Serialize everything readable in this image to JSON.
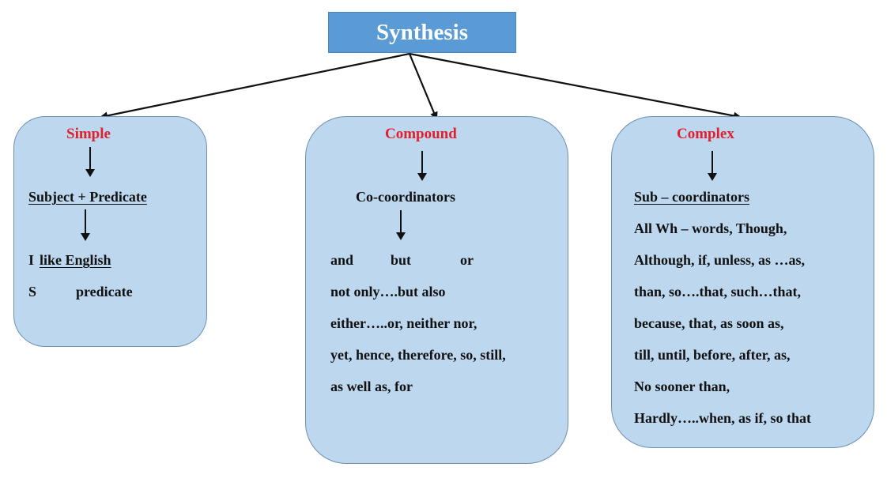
{
  "title": "Synthesis",
  "colors": {
    "title_bg": "#5b9bd5",
    "card_bg": "#bdd7ee",
    "heading": "#e0202c",
    "text": "#111111"
  },
  "simple": {
    "heading": "Simple",
    "structure": "Subject + Predicate",
    "example_subject": "I",
    "example_predicate": "like English",
    "label_subject": "S",
    "label_predicate": "predicate"
  },
  "compound": {
    "heading": "Compound",
    "subheading": "Co-coordinators",
    "words_row": [
      "and",
      "but",
      "or"
    ],
    "lines": [
      "not only….but also",
      "either…..or, neither nor,",
      "yet, hence, therefore, so, still,",
      "as well as, for"
    ]
  },
  "complex": {
    "heading": "Complex",
    "subheading": "Sub – coordinators",
    "lines": [
      "All Wh – words, Though,",
      "Although, if, unless, as …as,",
      "than, so….that, such…that,",
      "because, that, as soon as,",
      "till, until, before, after, as,",
      "No sooner than,",
      "Hardly…..when, as if, so that"
    ]
  }
}
